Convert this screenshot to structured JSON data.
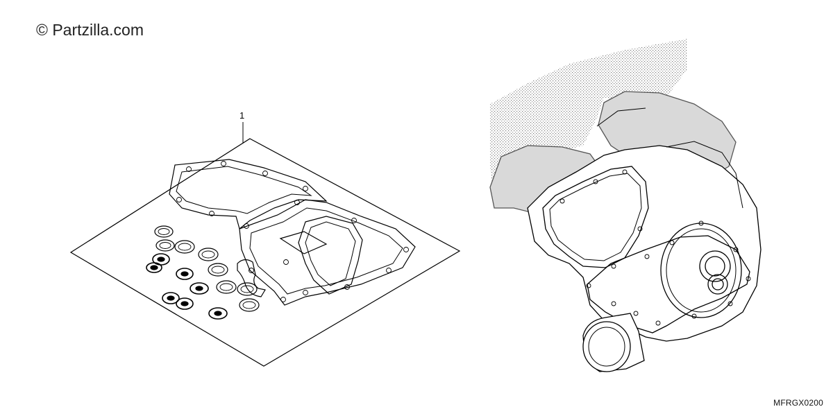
{
  "watermark": "© Partzilla.com",
  "diagram_code": "MFRGX0200",
  "callouts": [
    {
      "label": "1",
      "part": "gasket-kit-b"
    }
  ],
  "colors": {
    "line": "#000000",
    "stipple": "#9a9a9a",
    "background": "#ffffff"
  }
}
